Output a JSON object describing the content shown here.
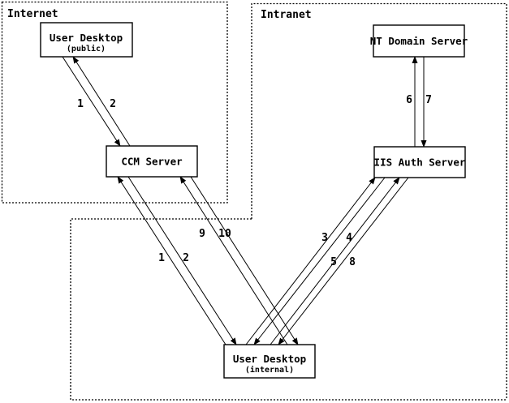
{
  "zones": {
    "internet": {
      "label": "Internet"
    },
    "intranet": {
      "label": "Intranet"
    }
  },
  "nodes": {
    "user_desktop_public": {
      "title": "User Desktop",
      "subtitle": "(public)"
    },
    "ccm_server": {
      "title": "CCM Server"
    },
    "nt_domain_server": {
      "title": "NT Domain Server"
    },
    "iis_auth_server": {
      "title": "IIS Auth Server"
    },
    "user_desktop_internal": {
      "title": "User Desktop",
      "subtitle": "(internal)"
    }
  },
  "edges": [
    {
      "label": "1",
      "from": "User Desktop (public)",
      "to": "CCM Server"
    },
    {
      "label": "2",
      "from": "CCM Server",
      "to": "User Desktop (public)"
    },
    {
      "label": "1",
      "from": "User Desktop (internal)",
      "to": "CCM Server"
    },
    {
      "label": "2",
      "from": "CCM Server",
      "to": "User Desktop (internal)"
    },
    {
      "label": "3",
      "from": "User Desktop (internal)",
      "to": "IIS Auth Server"
    },
    {
      "label": "4",
      "from": "IIS Auth Server",
      "to": "User Desktop (internal)"
    },
    {
      "label": "5",
      "from": "User Desktop (internal)",
      "to": "IIS Auth Server"
    },
    {
      "label": "6",
      "from": "IIS Auth Server",
      "to": "NT Domain Server"
    },
    {
      "label": "7",
      "from": "NT Domain Server",
      "to": "IIS Auth Server"
    },
    {
      "label": "8",
      "from": "IIS Auth Server",
      "to": "User Desktop (internal)"
    },
    {
      "label": "9",
      "from": "User Desktop (internal)",
      "to": "CCM Server"
    },
    {
      "label": "10",
      "from": "CCM Server",
      "to": "User Desktop (internal)"
    }
  ],
  "colors": {
    "line": "#000000",
    "background": "#ffffff"
  }
}
